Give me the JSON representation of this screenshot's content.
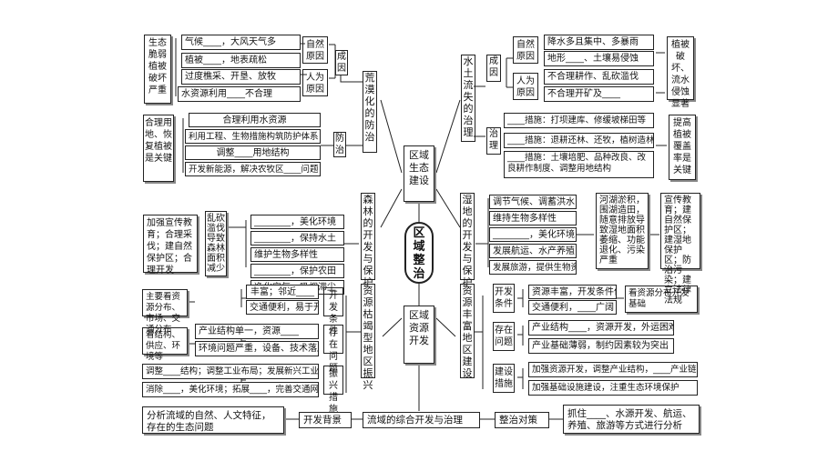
{
  "center": {
    "title": "区域整治"
  },
  "hub1": "区域生态建设",
  "hub2": "区域资源开发",
  "tl": {
    "left_note": "生态脆弱植被破坏严重",
    "natural": "自然原因",
    "human": "人为原因",
    "cause": "成因",
    "items": [
      "气候____，大风天气多",
      "植被____，地表疏松",
      "过度樵采、开垦、放牧",
      "水资源利用____不合理"
    ],
    "spine": "荒漠化的防治",
    "prevent": "防治",
    "prevent_items": [
      "合理利用水资源",
      "利用工程、生物措施构筑防护体系",
      "调整____用地结构",
      "开发新能源，解决农牧区____问题"
    ],
    "prevent_note": "合理用地、恢复植被是关键"
  },
  "tr": {
    "spine": "水土流失的治理",
    "cause": "成因",
    "natural": "自然原因",
    "human": "人为原因",
    "items": [
      "降水多且集中、多暴雨",
      "地形____、土壤易侵蚀",
      "不合理耕作、乱砍滥伐",
      "不合理开矿及____"
    ],
    "note1": "植被破坏、流水侵蚀显著",
    "treat": "治理",
    "treat_items": [
      "____措施：打坝建库、修缓坡梯田等",
      "____措施：退耕还林、还牧，植树造林",
      "____措施：土壤培肥、品种改良、改良耕作制度、调整用地结构"
    ],
    "note2": "提高植被覆盖率是关键"
  },
  "ml": {
    "note": "加强宣传教育；合理采伐；建自然保护区；合理开发",
    "cause": "乱砍滥伐导致森林面积减少",
    "items": [
      "________，美化环境",
      "________，保持水土",
      "维护生物多样性",
      "________，保护农田",
      "净化空气、吸烟滞尘"
    ],
    "spine": "森林的开发与保护"
  },
  "mr": {
    "spine": "湿地的开发与保护",
    "items": [
      "调节气候、调蓄洪水",
      "维持生物多样性",
      "________，美化环境",
      "发展航运、水产养殖",
      "发展旅游，提供生物资源"
    ],
    "cause": "河湖淤积，围湖造田，随意排放导致湿地面积萎缩、功能退化、污染严重",
    "note": "宣传教育；建自然保护区；建湿地保护区；防治污染；建立法律法规"
  },
  "bl": {
    "spine": "资源枯竭型地区振兴",
    "cond": "开发条件",
    "cond_note": "主要看资源分布、市场、交通分布",
    "cond_items": [
      "丰富；邻近____",
      "交通便利，易于开发"
    ],
    "prob": "存在问题",
    "prob_note": "看结构、供应、环境等",
    "prob_items": [
      "产业结构单一，资源____",
      "环境问题严重，设备、技术落后"
    ],
    "meas": "振兴措施",
    "meas_items": [
      "调整____结构；调整工业布局；发展新兴工业",
      "消除____，美化环境；拓展____，完善交通网"
    ]
  },
  "br": {
    "spine": "资源丰富地区建设",
    "cond": "开发条件",
    "cond_items": [
      "资源丰富，开发条件优越",
      "交通便利，____广阔"
    ],
    "cond_note": "看资源分布开发基础",
    "prob": "存在问题",
    "prob_items": [
      "产业结构____，资源开发，外运困难",
      "产业基础薄弱，制约因素较为突出"
    ],
    "meas": "建设措施",
    "meas_items": [
      "加强资源开发，调整产业结构，____产业链",
      "加强基础设施建设，注重生态环境保护"
    ]
  },
  "bottom": {
    "left": "分析流域的自然、人文特征，存在的生态问题",
    "bg": "开发背景",
    "center": "流域的综合开发与治理",
    "meas": "整治对策",
    "right": "抓住____、水源开发、航运、养殖、旅游等方式进行分析"
  }
}
